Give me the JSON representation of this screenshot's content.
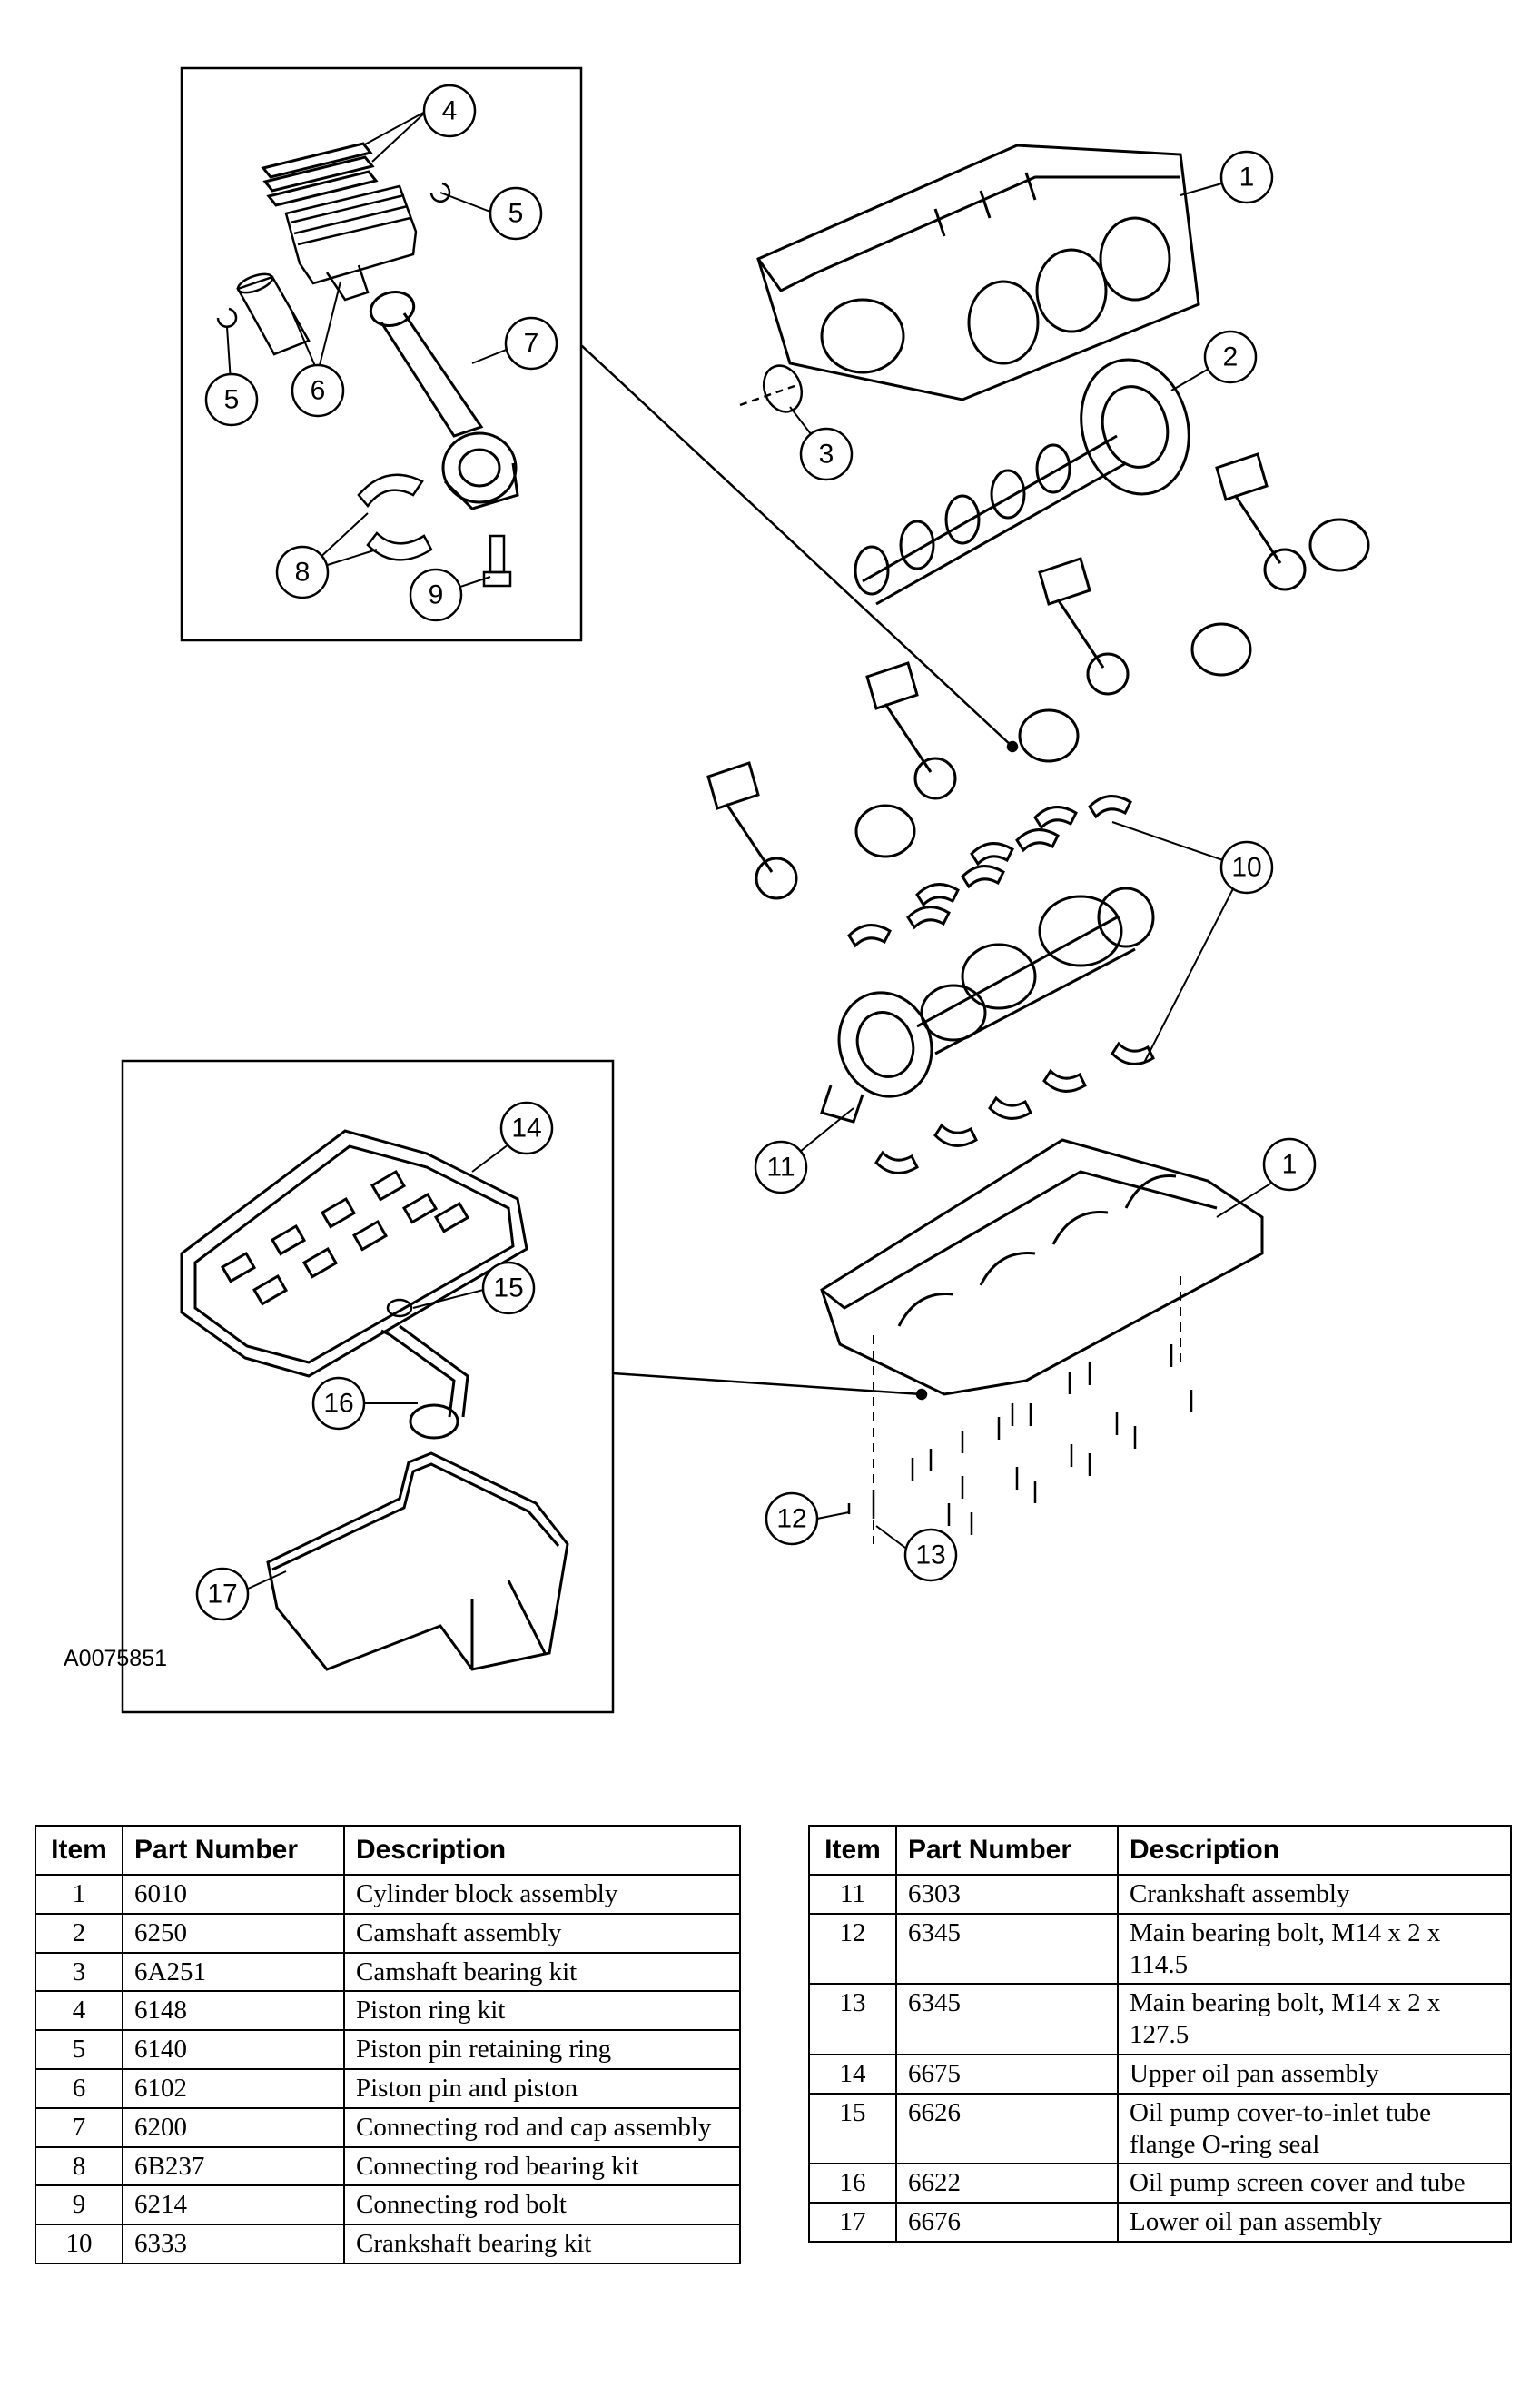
{
  "figure_id": "A0075851",
  "callouts": [
    "1",
    "2",
    "3",
    "4",
    "5",
    "6",
    "7",
    "8",
    "9",
    "10",
    "11",
    "12",
    "13",
    "14",
    "15",
    "16",
    "17"
  ],
  "table_headers": {
    "item": "Item",
    "part_number": "Part Number",
    "description": "Description"
  },
  "parts_left": [
    {
      "item": "1",
      "part_number": "6010",
      "description": "Cylinder block assembly"
    },
    {
      "item": "2",
      "part_number": "6250",
      "description": "Camshaft assembly"
    },
    {
      "item": "3",
      "part_number": "6A251",
      "description": "Camshaft bearing kit"
    },
    {
      "item": "4",
      "part_number": "6148",
      "description": "Piston ring kit"
    },
    {
      "item": "5",
      "part_number": "6140",
      "description": "Piston pin retaining ring"
    },
    {
      "item": "6",
      "part_number": "6102",
      "description": "Piston pin and piston"
    },
    {
      "item": "7",
      "part_number": "6200",
      "description": "Connecting rod and cap assembly"
    },
    {
      "item": "8",
      "part_number": "6B237",
      "description": "Connecting rod bearing kit"
    },
    {
      "item": "9",
      "part_number": "6214",
      "description": "Connecting rod bolt"
    },
    {
      "item": "10",
      "part_number": "6333",
      "description": "Crankshaft bearing kit"
    }
  ],
  "parts_right": [
    {
      "item": "11",
      "part_number": "6303",
      "description": "Crankshaft assembly"
    },
    {
      "item": "12",
      "part_number": "6345",
      "description": "Main bearing bolt, M14 x 2 x 114.5"
    },
    {
      "item": "13",
      "part_number": "6345",
      "description": "Main bearing bolt, M14 x 2 x 127.5"
    },
    {
      "item": "14",
      "part_number": "6675",
      "description": "Upper oil pan assembly"
    },
    {
      "item": "15",
      "part_number": "6626",
      "description": "Oil pump cover-to-inlet tube flange O-ring seal"
    },
    {
      "item": "16",
      "part_number": "6622",
      "description": "Oil pump screen cover and tube"
    },
    {
      "item": "17",
      "part_number": "6676",
      "description": "Lower oil pan assembly"
    }
  ]
}
